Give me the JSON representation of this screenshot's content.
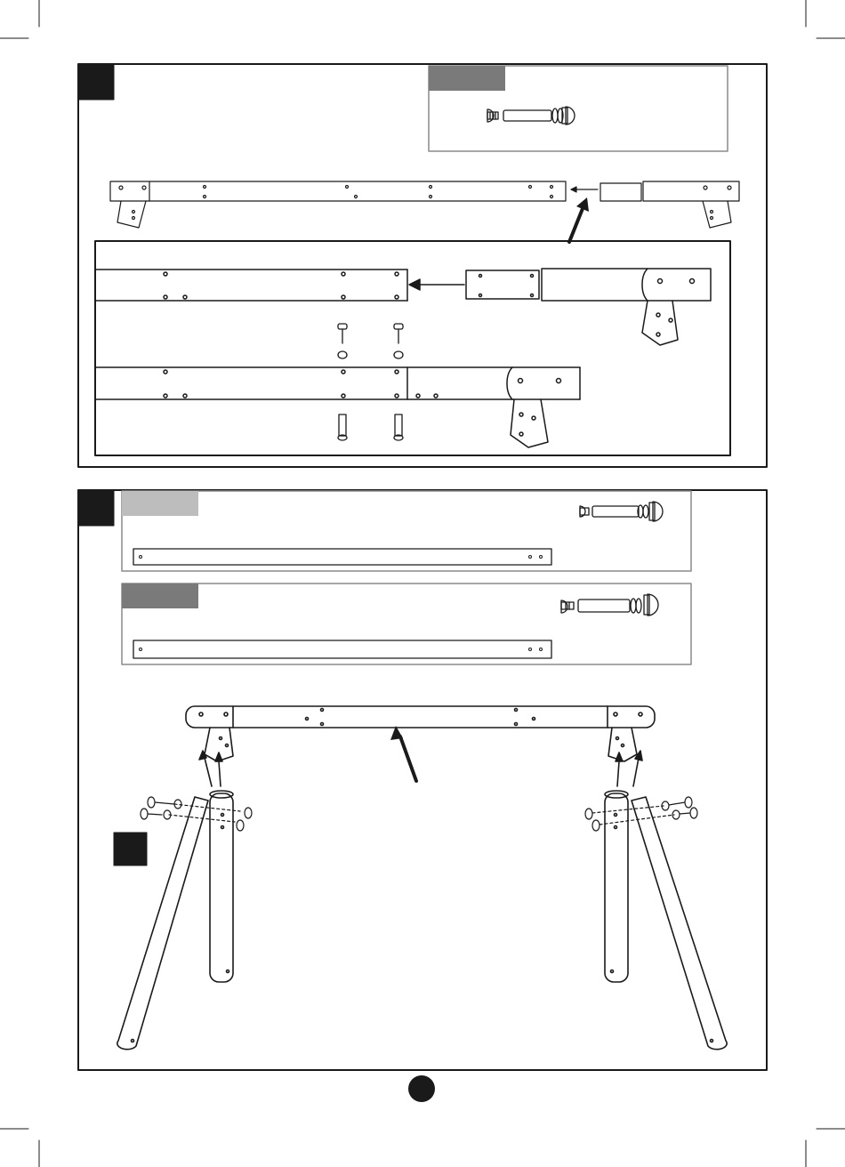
{
  "document": {
    "type": "assembly-instructions",
    "colors": {
      "ink": "#1a1a1a",
      "dark_tab": "#7a7a7a",
      "light_tab": "#bdbdbd",
      "panel_border": "#8a8a8a",
      "step_badge": "#1a1a1a"
    },
    "steps": [
      {
        "id": "step-a",
        "badge_text": "",
        "parts_tab_text": ""
      },
      {
        "id": "step-b",
        "badge_text": "",
        "parts_tab_text_1": "",
        "parts_tab_text_2": ""
      }
    ],
    "sub_badge_text": "",
    "page_number": ""
  }
}
